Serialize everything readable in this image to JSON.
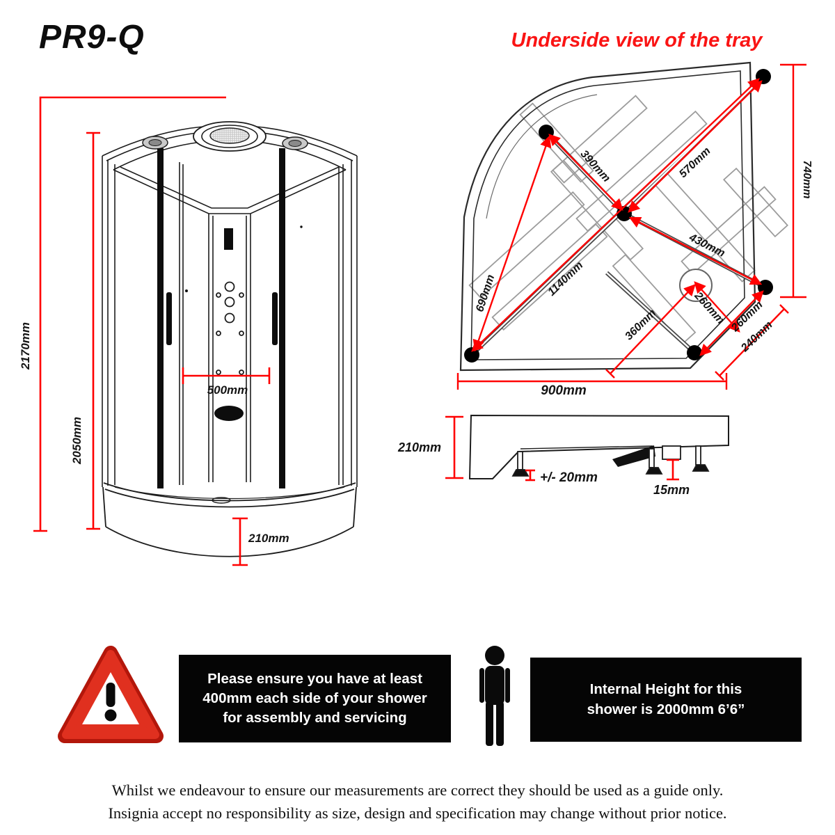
{
  "title": "PR9-Q",
  "tray_view": {
    "heading": "Underside view of the tray",
    "dims": {
      "d390": "390mm",
      "d570": "570mm",
      "d740": "740mm",
      "d430": "430mm",
      "d1140": "1140mm",
      "d690": "690mm",
      "d360": "360mm",
      "d260a": "260mm",
      "d260b": "260mm",
      "d240": "240mm",
      "d900": "900mm"
    }
  },
  "cabin_view": {
    "dims": {
      "d2170": "2170mm",
      "d2050": "2050mm",
      "d500": "500mm",
      "d210": "210mm"
    }
  },
  "profile_view": {
    "dims": {
      "d210": "210mm",
      "d20": "+/- 20mm",
      "d15": "15mm"
    }
  },
  "notices": [
    {
      "icon": "warning-triangle-icon",
      "text": "Please ensure you have at least 400mm each side of your shower for assembly and servicing"
    },
    {
      "icon": "person-icon",
      "text": "Internal Height for this shower is 2000mm 6’6”"
    }
  ],
  "footer": {
    "line1": "Whilst we endeavour to ensure our measurements are correct they should be used as a guide only.",
    "line2": "Insignia accept no responsibility as size, design and specification may change without prior notice."
  },
  "colors": {
    "dimension_red": "#ff0000",
    "heading_red": "#fa1414",
    "notice_bg": "#050505",
    "notice_text": "#ffffff"
  }
}
